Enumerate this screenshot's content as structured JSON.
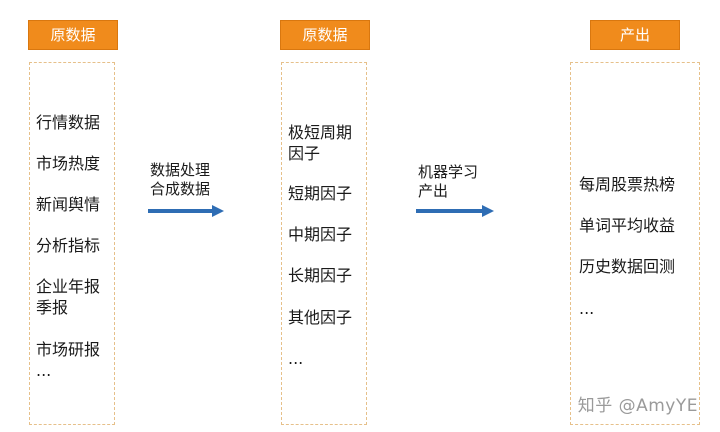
{
  "columns": [
    {
      "header": "原数据",
      "items": [
        "行情数据",
        "市场热度",
        "新闻舆情",
        "分析指标",
        "企业年报\n季报",
        "市场研报\n..."
      ]
    },
    {
      "header": "原数据",
      "items": [
        "极短周期\n因子",
        "短期因子",
        "中期因子",
        "长期因子",
        "其他因子",
        "..."
      ]
    },
    {
      "header": "产出",
      "items": [
        "每周股票热榜",
        "单词平均收益",
        "历史数据回测",
        "..."
      ]
    }
  ],
  "arrows": [
    {
      "label": "数据处理\n合成数据"
    },
    {
      "label": "机器学习\n产出"
    }
  ],
  "watermark": "知乎 @AmyYE",
  "colors": {
    "header_bg": "#f08b1c",
    "border": "#e6c08a",
    "arrow": "#2e6db4"
  }
}
